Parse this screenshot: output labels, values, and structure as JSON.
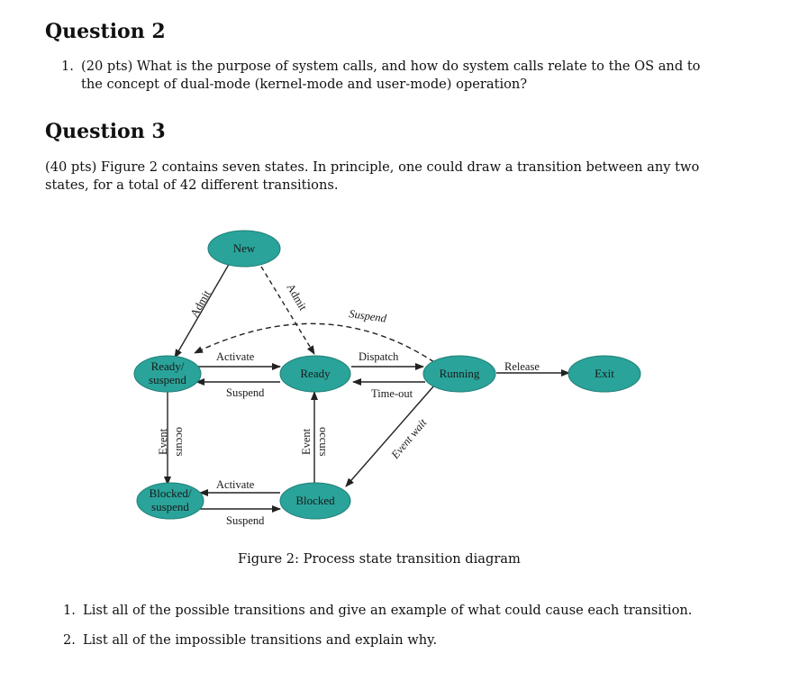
{
  "q2": {
    "heading": "Question 2",
    "item_number": "1.",
    "text_line1": "(20 pts) What is the purpose of system calls, and how do system calls relate to the OS and to",
    "text_line2": "the concept of dual-mode (kernel-mode and user-mode) operation?"
  },
  "q3": {
    "heading": "Question 3",
    "line1": "(40 pts) Figure 2 contains seven states. In principle, one could draw a transition between any two",
    "line2": "states, for a total of 42 different transitions."
  },
  "diagram": {
    "node_color": "#2aa39a",
    "nodes": {
      "new": "New",
      "ready_suspend_1": "Ready/",
      "ready_suspend_2": "suspend",
      "ready": "Ready",
      "running": "Running",
      "exit": "Exit",
      "blocked_suspend_1": "Blocked/",
      "blocked_suspend_2": "suspend",
      "blocked": "Blocked"
    },
    "edges": {
      "admit_left": "Admit",
      "admit_right": "Admit",
      "suspend_top": "Suspend",
      "activate_top": "Activate",
      "suspend_mid": "Suspend",
      "dispatch": "Dispatch",
      "timeout": "Time-out",
      "release": "Release",
      "event_occurs_left_1": "Event",
      "event_occurs_left_2": "occurs",
      "event_occurs_mid_1": "Event",
      "event_occurs_mid_2": "occurs",
      "event_wait": "Event wait",
      "activate_bottom": "Activate",
      "suspend_bottom": "Suspend"
    }
  },
  "caption": "Figure 2: Process state transition diagram",
  "tasks": [
    {
      "num": "1.",
      "text": "List all of the possible transitions and give an example of what could cause each transition."
    },
    {
      "num": "2.",
      "text": "List all of the impossible transitions and explain why."
    }
  ]
}
